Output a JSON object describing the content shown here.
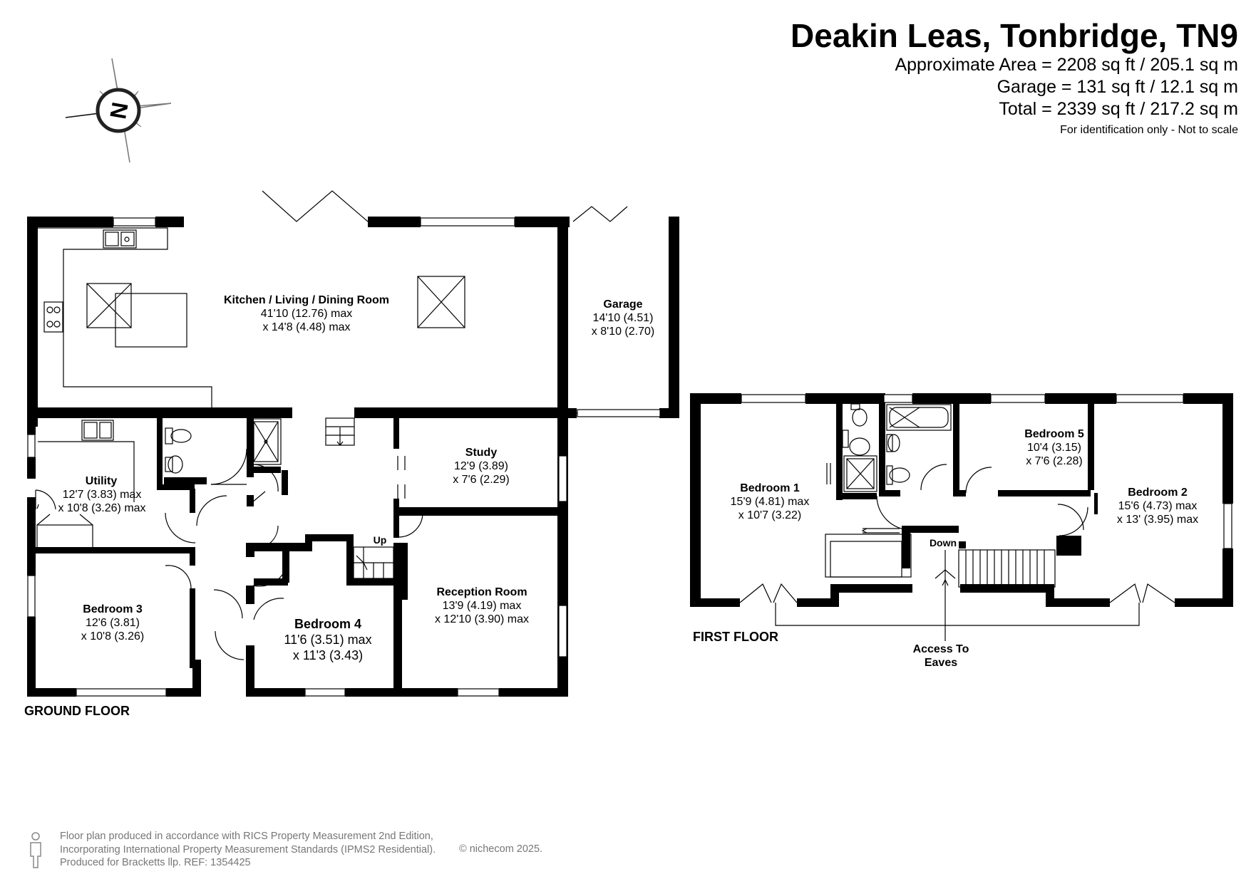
{
  "header": {
    "title": "Deakin Leas, Tonbridge, TN9",
    "approx_area": "Approximate Area = 2208 sq ft / 205.1 sq m",
    "garage_area": "Garage = 131 sq ft / 12.1 sq m",
    "total_area": "Total = 2339 sq ft / 217.2 sq m",
    "disclaimer": "For identification only - Not to scale"
  },
  "compass": {
    "letter": "N"
  },
  "floors": {
    "ground": "GROUND FLOOR",
    "first": "FIRST FLOOR"
  },
  "rooms": {
    "kitchen": {
      "name": "Kitchen / Living / Dining Room",
      "dim1": "41'10 (12.76) max",
      "dim2": "x 14'8 (4.48) max"
    },
    "garage": {
      "name": "Garage",
      "dim1": "14'10 (4.51)",
      "dim2": "x 8'10 (2.70)"
    },
    "utility": {
      "name": "Utility",
      "dim1": "12'7 (3.83) max",
      "dim2": "x 10'8 (3.26) max"
    },
    "study": {
      "name": "Study",
      "dim1": "12'9 (3.89)",
      "dim2": "x 7'6 (2.29)"
    },
    "bedroom3": {
      "name": "Bedroom 3",
      "dim1": "12'6 (3.81)",
      "dim2": "x 10'8 (3.26)"
    },
    "bedroom4": {
      "name": "Bedroom 4",
      "dim1": "11'6 (3.51) max",
      "dim2": "x 11'3 (3.43)"
    },
    "reception": {
      "name": "Reception Room",
      "dim1": "13'9 (4.19) max",
      "dim2": "x 12'10 (3.90) max"
    },
    "bedroom1": {
      "name": "Bedroom 1",
      "dim1": "15'9 (4.81) max",
      "dim2": "x 10'7 (3.22)"
    },
    "bedroom5": {
      "name": "Bedroom 5",
      "dim1": "10'4 (3.15)",
      "dim2": "x 7'6 (2.28)"
    },
    "bedroom2": {
      "name": "Bedroom 2",
      "dim1": "15'6 (4.73) max",
      "dim2": "x 13' (3.95) max"
    }
  },
  "labels": {
    "up": "Up",
    "down": "Down",
    "eaves_1": "Access To",
    "eaves_2": "Eaves"
  },
  "footer": {
    "line1": "Floor plan produced in accordance with RICS Property Measurement 2nd Edition,",
    "line2": "Incorporating International Property Measurement Standards (IPMS2 Residential).",
    "line3": "Produced for Bracketts llp.   REF:  1354425",
    "copyright": "© nichecom 2025."
  },
  "colors": {
    "wall": "#000000",
    "fixture": "#555555",
    "footer_text": "#777777"
  }
}
